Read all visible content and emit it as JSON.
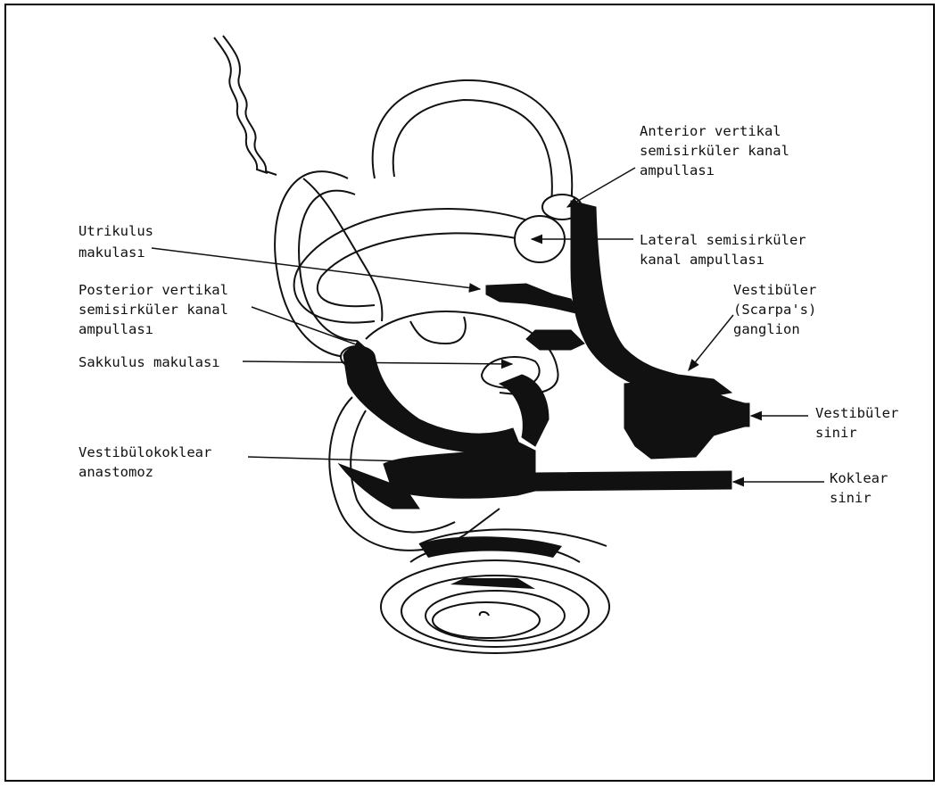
{
  "labels": {
    "anterior_ampulla": [
      "Anterior vertikal",
      "semisirküler kanal",
      "ampullası"
    ],
    "lateral_ampulla": [
      "Lateral semisirküler",
      "kanal ampullası"
    ],
    "utriculus": [
      "Utrikulus",
      "makulası"
    ],
    "posterior_ampulla": [
      "Posterior vertikal",
      "semisirküler kanal",
      "ampullası"
    ],
    "sacculus": [
      "Sakkulus makulası"
    ],
    "scarpa": [
      "Vestibüler",
      "(Scarpa's)",
      "ganglion"
    ],
    "vestibular_nerve": [
      "Vestibüler",
      "sinir"
    ],
    "anastomosis": [
      "Vestibülokoklear",
      "anastomoz"
    ],
    "cochlear_nerve": [
      "Koklear",
      "sinir"
    ]
  },
  "colors": {
    "ink": "#111111",
    "paper": "#ffffff",
    "frame": "#000000"
  }
}
